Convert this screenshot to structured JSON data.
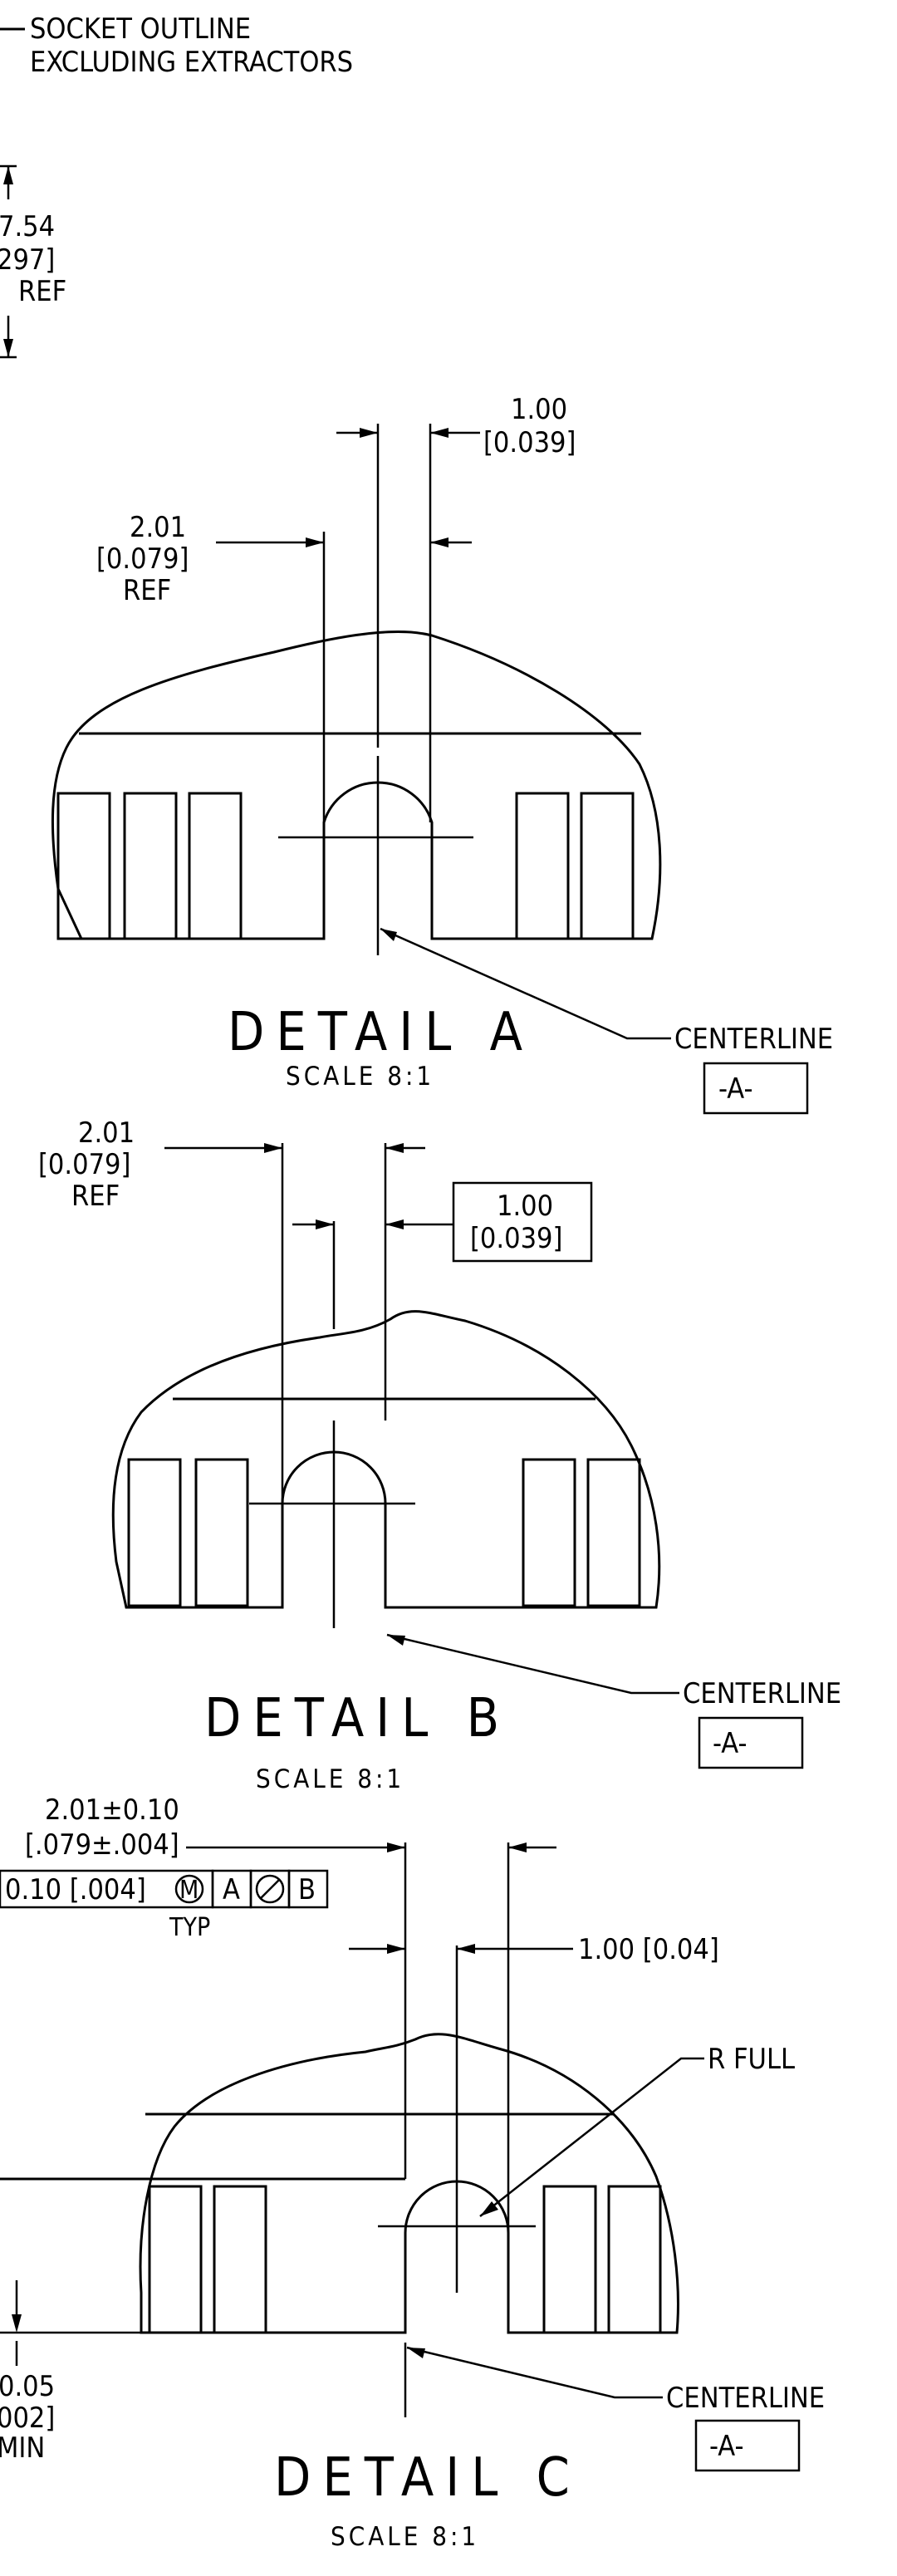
{
  "header": {
    "line1": "SOCKET OUTLINE",
    "line2": "EXCLUDING EXTRACTORS"
  },
  "top_ref_dim": {
    "value": "7.54",
    "value_in": "297]",
    "ref": "REF"
  },
  "detail_a": {
    "dim_right_mm": "1.00",
    "dim_right_in": "[0.039]",
    "dim_left_mm": "2.01",
    "dim_left_in": "[0.079]",
    "dim_left_ref": "REF",
    "title": "DETAIL A",
    "scale": "SCALE  8:1",
    "centerline_label": "CENTERLINE",
    "datum": "-A-"
  },
  "detail_b": {
    "dim_left_mm": "2.01",
    "dim_left_in": "[0.079]",
    "dim_left_ref": "REF",
    "dim_box_mm": "1.00",
    "dim_box_in": "[0.039]",
    "title": "DETAIL B",
    "scale": "SCALE  8:1",
    "centerline_label": "CENTERLINE",
    "datum": "-A-"
  },
  "detail_c": {
    "dim_mm": "2.01±0.10",
    "dim_in": "[.079±.004]",
    "fcf_tol": "0.10 [.004]",
    "fcf_mod": "M",
    "fcf_datum_a": "A",
    "fcf_datum_b": "B",
    "typ": "TYP",
    "dim_right": "1.00 [0.04]",
    "radius": "R FULL",
    "dim_bottom_mm": "0.05",
    "dim_bottom_in": "002]",
    "dim_bottom_min": "MIN",
    "title": "DETAIL C",
    "scale": "SCALE  8:1",
    "centerline_label": "CENTERLINE",
    "datum": "-A-"
  }
}
